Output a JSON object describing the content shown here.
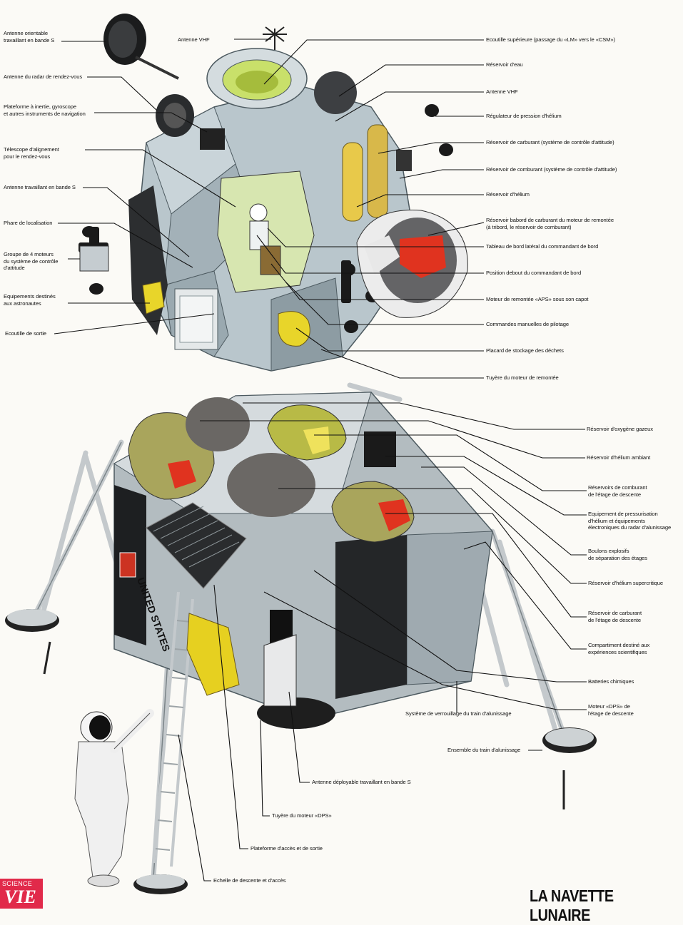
{
  "title": "LA NAVETTE LUNAIRE",
  "logo": {
    "top": "SCIENCE",
    "main": "VIE",
    "color": "#e12a4a"
  },
  "ascent_labels_left": [
    "Antenne orientable\ntravaillant en bande S",
    "Antenne du radar de rendez-vous",
    "Plateforme à inertie, gyroscope\net autres instruments de navigation",
    "Télescope d'alignement\npour le rendez-vous",
    "Antenne travaillant en bande S",
    "Phare de localisation",
    "Groupe de 4 moteurs\ndu système de contrôle\nd'attitude",
    "Equipements destinés\naux astronautes",
    "Ecoutille de sortie"
  ],
  "ascent_labels_right": [
    "Antenne VHF",
    "Ecoutille supérieure (passage du «LM» vers le «CSM»)",
    "Réservoir d'eau",
    "Antenne VHF",
    "Régulateur de pression d'hélium",
    "Réservoir de carburant (système de contrôle d'attitude)",
    "Réservoir de comburant (système de contrôle d'attitude)",
    "Réservoir d'hélium",
    "Réservoir babord de carburant du moteur de remontée\n(à tribord, le réservoir de comburant)",
    "Tableau de bord latéral du commandant de bord",
    "Position debout du commandant de bord",
    "Moteur de remontée «APS» sous son capot",
    "Commandes manuelles de pilotage",
    "Placard de stockage des déchets",
    "Tuyère du moteur de remontée"
  ],
  "descent_labels_right": [
    "Réservoir d'oxygène gazeux",
    "Réservoir d'hélium ambiant",
    "Réservoirs de comburant\nde l'étage de descente",
    "Equipement de pressurisation\nd'hélium et équipements\nélectroniques du radar d'alunissage",
    "Boulons explosifs\nde séparation des étages",
    "Réservoir d'hélium supercritique",
    "Réservoir de carburant\nde l'étage de descente",
    "Compartiment destiné aux\nexpériences scientifiques",
    "Batteries chimiques",
    "Moteur «DPS» de\nl'étage de descente",
    "Système de verrouillage du train d'alunissage",
    "Ensemble du train d'alunissage"
  ],
  "descent_labels_bottom": [
    "Antenne déployable travaillant en bande S",
    "Tuyère du moteur «DPS»",
    "Plateforme d'accès et de sortie",
    "Echelle de descente et d'accès"
  ],
  "flag_text": "UNITED STATES",
  "colors": {
    "hull": "#b9c6cc",
    "hull_dark": "#7f8e95",
    "tank_yellow": "#c9c25a",
    "tank_grey": "#6e6a66",
    "red": "#e0331f",
    "foil": "#e8d52a",
    "black": "#1a1a1a"
  }
}
